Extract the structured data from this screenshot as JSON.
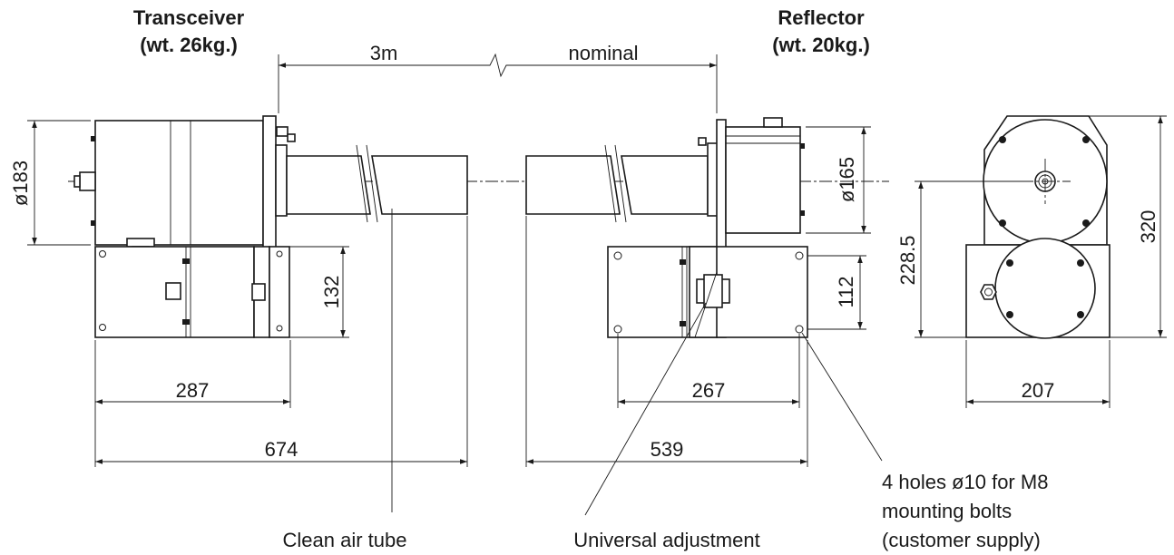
{
  "transceiver": {
    "title": "Transceiver",
    "weight": "(wt. 26kg.)"
  },
  "reflector": {
    "title": "Reflector",
    "weight": "(wt. 20kg.)"
  },
  "span": {
    "left": "3m",
    "right": "nominal"
  },
  "dimensions": {
    "d183": "ø183",
    "d165": "ø165",
    "h132": "132",
    "h112": "112",
    "h228": "228.5",
    "h320": "320",
    "w287": "287",
    "w674": "674",
    "w267": "267",
    "w539": "539",
    "w207": "207"
  },
  "callouts": {
    "tube": "Clean air tube",
    "adjust": "Universal adjustment",
    "holes_1": "4 holes ø10 for M8",
    "holes_2": "mounting bolts",
    "holes_3": "(customer supply)"
  }
}
